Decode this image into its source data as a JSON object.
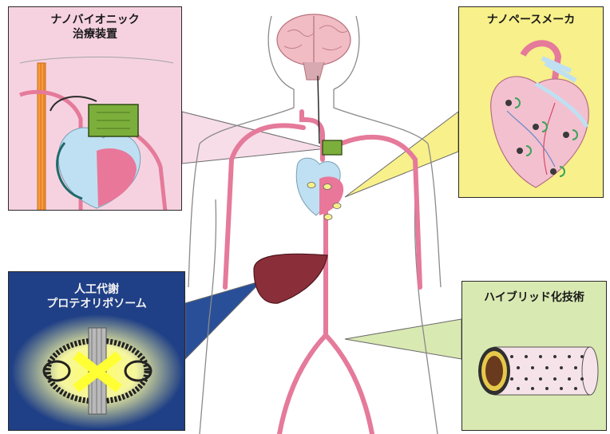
{
  "panels": {
    "nanobionic": {
      "title_line1": "ナノバイオニック",
      "title_line2": "治療装置",
      "bg": "#f6d2e0"
    },
    "pacemaker": {
      "title": "ナノペースメーカ",
      "bg": "#f8f08a"
    },
    "metabolism": {
      "title_line1": "人工代謝",
      "title_line2": "プロテオリポソーム",
      "bg": "#1f3f86"
    },
    "hybrid": {
      "title": "ハイブリッド化技術",
      "bg": "#d9e9b2"
    }
  },
  "colors": {
    "artery": "#e57a9a",
    "heart_blue": "#bfe0f2",
    "heart_pink": "#e9779a",
    "device_green": "#7cae3c",
    "liver": "#8a2f3a",
    "outline": "#6b6b6b"
  },
  "icons": [
    "brain-icon",
    "heart-icon",
    "liver-icon",
    "device-icon",
    "liposome-icon",
    "tube-icon"
  ]
}
